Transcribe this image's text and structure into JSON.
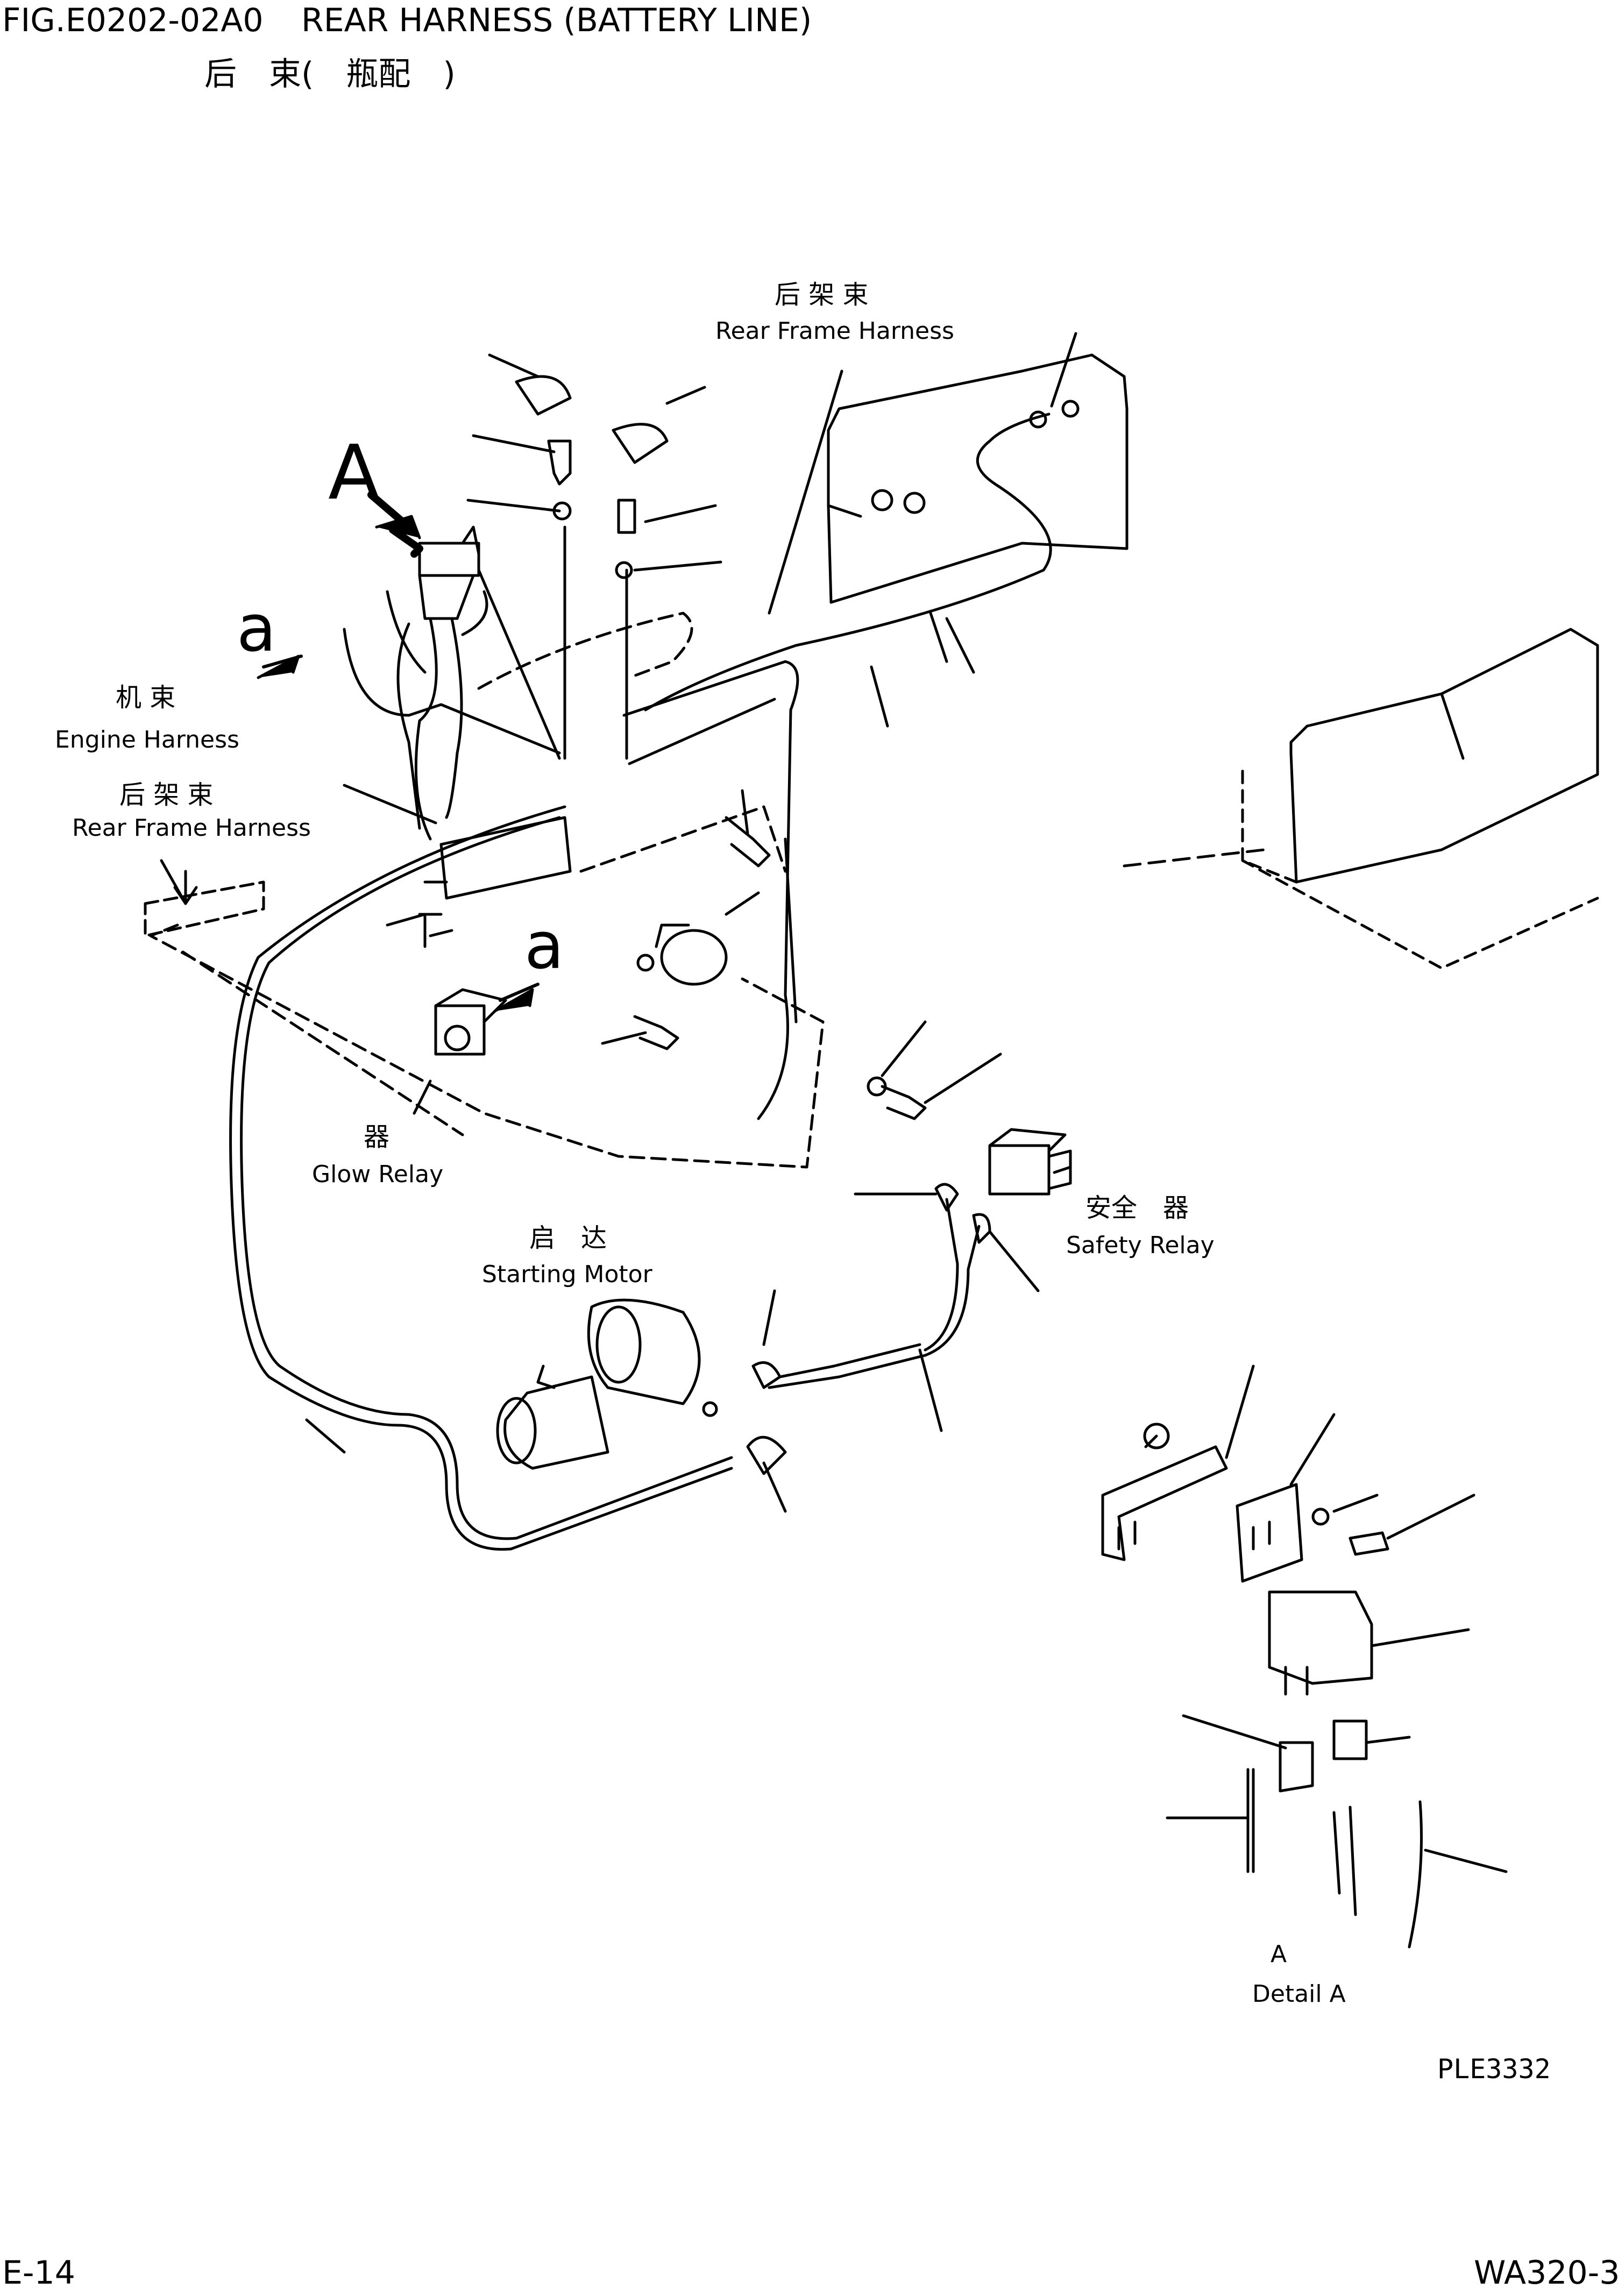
{
  "header": {
    "fig_code": "FIG.E0202-02A0",
    "title_en": "REAR HARNESS (BATTERY LINE)",
    "title_cn": "后　束(　瓶配　)"
  },
  "labels": {
    "rear_frame_harness_top_cn": "后 架 束",
    "rear_frame_harness_top_en": "Rear Frame Harness",
    "engine_harness_cn": "机 束",
    "engine_harness_en": "Engine Harness",
    "rear_frame_harness_left_cn": "后 架 束",
    "rear_frame_harness_left_en": "Rear Frame Harness",
    "glow_relay_cn": "器",
    "glow_relay_en": "Glow Relay",
    "starting_motor_cn": "启　达",
    "starting_motor_en": "Starting Motor",
    "safety_relay_cn": "安全　器",
    "safety_relay_en": "Safety Relay",
    "detail_a_letter": "A",
    "detail_a_en": "Detail A",
    "callout_A": "A",
    "callout_a_1": "a",
    "callout_a_2": "a"
  },
  "footer": {
    "drawing_code": "PLE3332",
    "page_number": "E-14",
    "model": "WA320-3"
  }
}
